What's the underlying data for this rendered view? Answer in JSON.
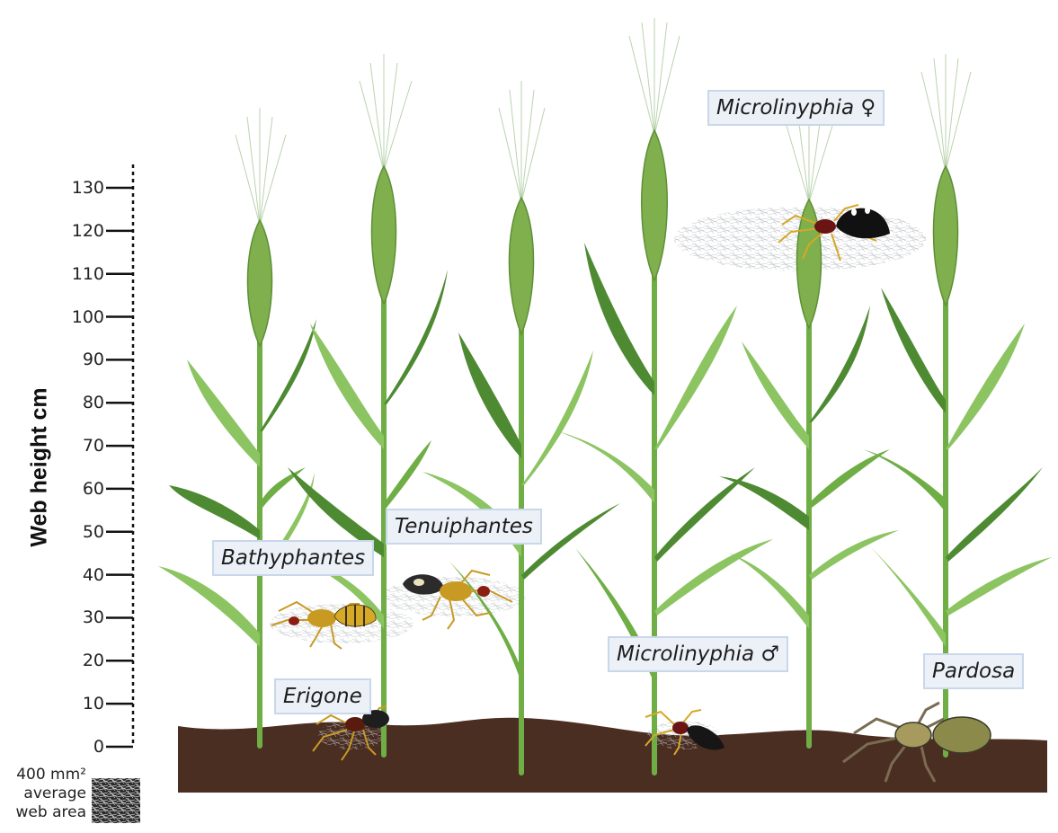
{
  "axis": {
    "title": "Web height cm",
    "ticks": [
      "130",
      "120",
      "110",
      "100",
      "90",
      "80",
      "70",
      "60",
      "50",
      "40",
      "30",
      "20",
      "10",
      "0"
    ]
  },
  "species": {
    "microlinyphia_female": "Microlinyphia ♀",
    "tenuiphantes": "Tenuiphantes",
    "bathyphantes": "Bathyphantes",
    "microlinyphia_male": "Microlinyphia ♂",
    "erigone": "Erigone",
    "pardosa": "Pardosa"
  },
  "legend": {
    "line1": "400 mm²",
    "line2": "average",
    "line3": "web area"
  },
  "colors": {
    "soil": "#4b2e22",
    "stem": "#6fae45",
    "leaf_dark": "#4e8a32",
    "leaf_light": "#8cc462",
    "ear": "#7fb04d",
    "awn": "#a9c99a",
    "label_bg": "#ecf1f8",
    "label_border": "#c9d7ea"
  }
}
